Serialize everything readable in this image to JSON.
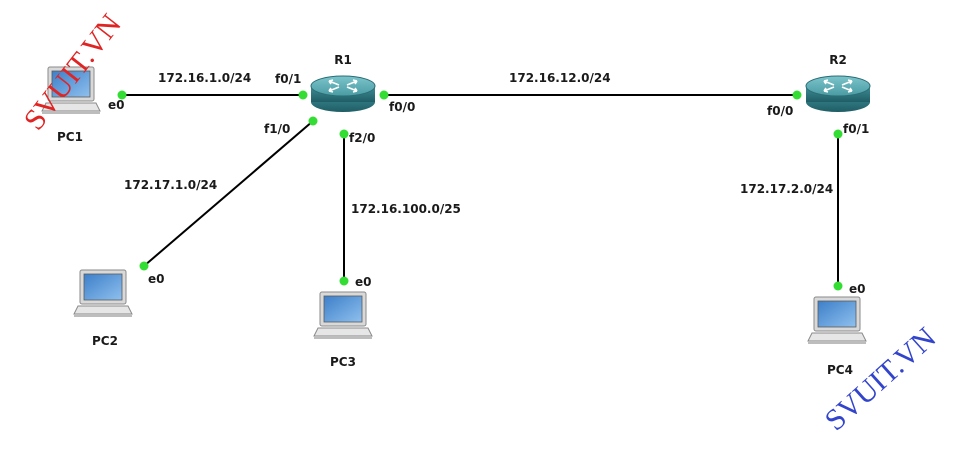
{
  "devices": {
    "r1": {
      "name": "R1"
    },
    "r2": {
      "name": "R2"
    },
    "pc1": {
      "name": "PC1"
    },
    "pc2": {
      "name": "PC2"
    },
    "pc3": {
      "name": "PC3"
    },
    "pc4": {
      "name": "PC4"
    }
  },
  "interfaces": {
    "r1_f01": "f0/1",
    "r1_f00": "f0/0",
    "r1_f10": "f1/0",
    "r1_f20": "f2/0",
    "r2_f00": "f0/0",
    "r2_f01": "f0/1",
    "pc1_e0": "e0",
    "pc2_e0": "e0",
    "pc3_e0": "e0",
    "pc4_e0": "e0"
  },
  "networks": {
    "pc1_r1": "172.16.1.0/24",
    "r1_r2": "172.16.12.0/24",
    "pc2_r1": "172.17.1.0/24",
    "pc3_r1": "172.16.100.0/25",
    "pc4_r2": "172.17.2.0/24"
  },
  "watermarks": {
    "top_left": {
      "text": "SVUIT.VN",
      "color": "#e02424"
    },
    "bottom_right": {
      "text": "SVUIT.VN",
      "color": "#3344cc"
    }
  },
  "colors": {
    "link": "#000000",
    "port": "#33dd33",
    "router_body": "#2f7f88",
    "router_top": "#5fb0b8"
  }
}
